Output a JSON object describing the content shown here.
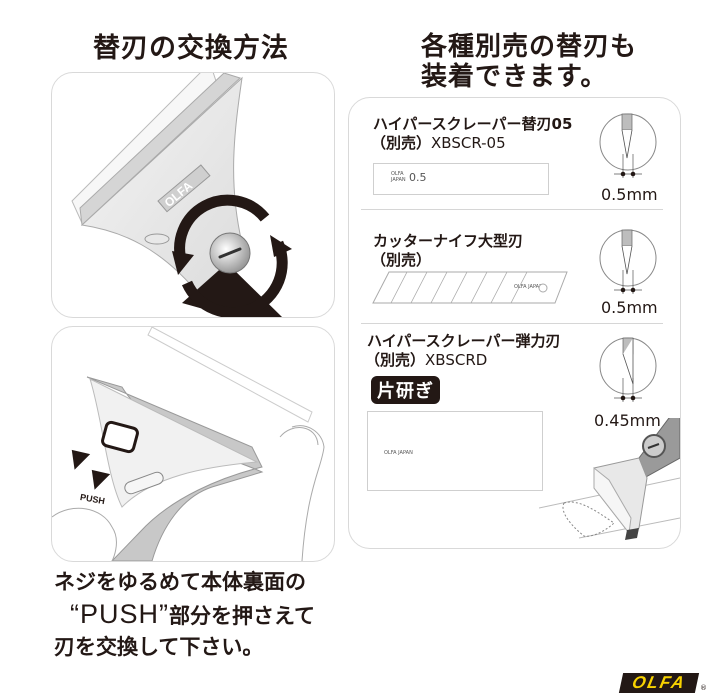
{
  "left": {
    "title": "替刃の交換方法",
    "step1": {
      "illustration": "scraper-blade-screw-rotate",
      "logo_text": "OLFA"
    },
    "step2": {
      "illustration": "push-release-blade",
      "push_label": "PUSH"
    },
    "instructions": {
      "line1": "ネジをゆるめて本体裏面の",
      "line2_quote_open": "“",
      "line2_push": "PUSH",
      "line2_quote_close": "”",
      "line2_rest": "部分を押さえて",
      "line3": "刃を交換して下さい。"
    }
  },
  "right": {
    "title_line1": "各種別売の替刃も",
    "title_line2": "装着できます。",
    "items": [
      {
        "name": "ハイパースクレーパー替刃05",
        "sub_paren": "（別売）",
        "code": "XBSCR-05",
        "blade_label_brand": "OLFA JAPAN",
        "blade_label_value": "0.5",
        "thickness": "0.5mm",
        "edge": "double"
      },
      {
        "name": "カッターナイフ大型刃",
        "sub_paren": "（別売）",
        "code": "",
        "blade_label_brand": "OLFA JAPAN",
        "thickness": "0.5mm",
        "edge": "double"
      },
      {
        "name": "ハイパースクレーパー弾力刃",
        "sub_paren": "（別売）",
        "code": "XBSCRD",
        "badge": "片研ぎ",
        "blade_label_brand": "OLFA JAPAN",
        "thickness": "0.45mm",
        "edge": "single"
      }
    ]
  },
  "footer": {
    "logo": "OLFA",
    "registered": "®"
  },
  "colors": {
    "text": "#231815",
    "panel_border": "#d9d9d9",
    "logo_yellow": "#f8d200",
    "logo_black": "#231815",
    "blade_gray": "#bdbdbd"
  }
}
